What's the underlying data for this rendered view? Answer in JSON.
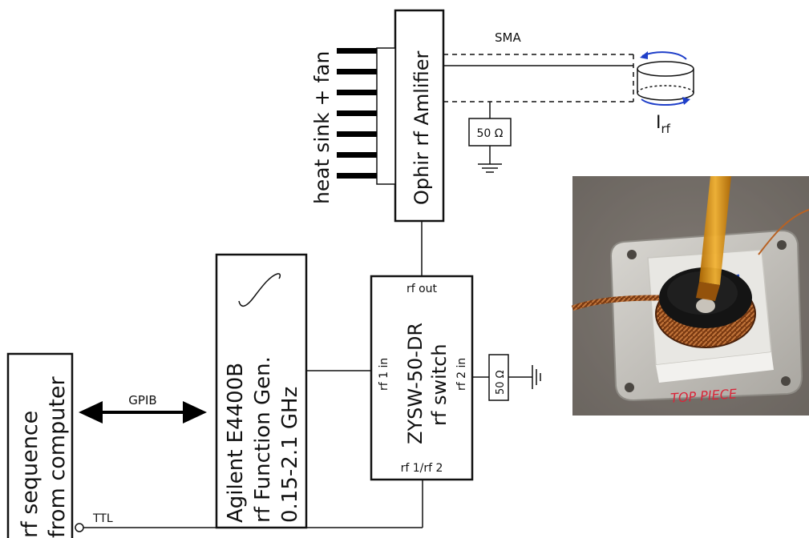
{
  "computer": {
    "line1": "rf sequence",
    "line2": "from computer",
    "ttl": "TTL"
  },
  "gpib": "GPIB",
  "generator": {
    "line1": "Agilent E4400B",
    "line2": "rf Function Gen.",
    "line3": "0.15-2.1 GHz"
  },
  "rf_switch": {
    "model": "ZYSW-50-DR",
    "name": "rf switch",
    "rf_out": "rf out",
    "rf1_in": "rf 1 in",
    "rf2_in": "rf 2 in",
    "rf1_rf2": "rf 1/rf 2"
  },
  "switch_termination": "50 Ω",
  "amplifier": "Ophir rf Amlifier",
  "heat_sink": "heat sink + fan",
  "cable": "SMA",
  "amp_termination": "50 Ω",
  "current": {
    "base": "I",
    "sub": "rf"
  },
  "photo_label": "TOP PIECE"
}
